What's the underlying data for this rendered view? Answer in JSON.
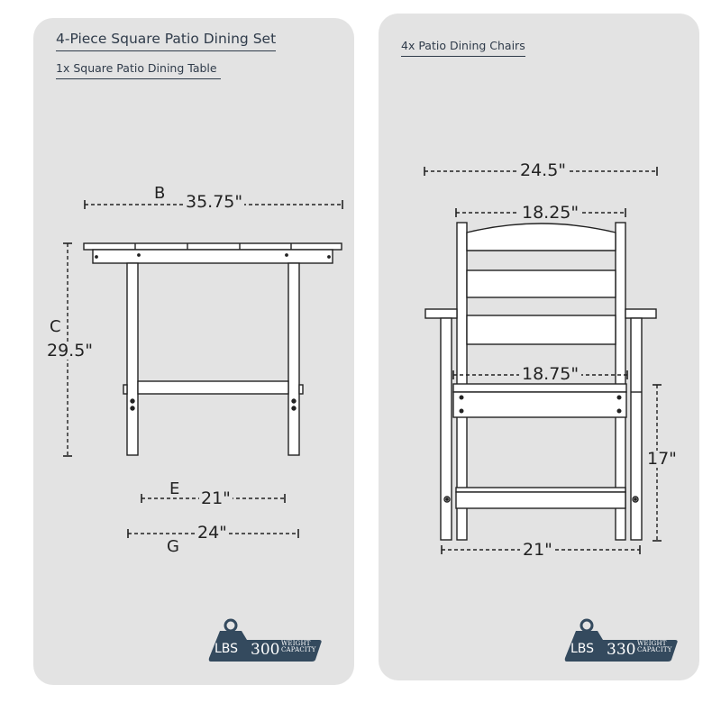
{
  "left_panel": {
    "title": "4-Piece Square Patio Dining Set",
    "subtitle": "1x  Square Patio Dining Table",
    "dimensions": {
      "width": {
        "letter": "B",
        "value": "35.75\""
      },
      "height": {
        "letter": "C",
        "value": "29.5\""
      },
      "inner_base": {
        "letter": "E",
        "value": "21\""
      },
      "outer_base": {
        "letter": "G",
        "value": "24\""
      }
    },
    "badge": {
      "unit": "LBS",
      "value": "300",
      "caption_line1": "WEIGHT",
      "caption_line2": "CAPACITY"
    }
  },
  "right_panel": {
    "title": "4x Patio Dining Chairs",
    "dimensions": {
      "overall_width": "24.5\"",
      "back_width": "18.25\"",
      "seat_width": "18.75\"",
      "seat_height": "17\"",
      "base_width": "21\""
    },
    "badge": {
      "unit": "LBS",
      "value": "330",
      "caption_line1": "WEIGHT",
      "caption_line2": "CAPACITY"
    }
  },
  "colors": {
    "panel_bg": "#e3e3e3",
    "badge_fill": "#344a5e",
    "line": "#222222",
    "heading": "#2f3b4a"
  }
}
